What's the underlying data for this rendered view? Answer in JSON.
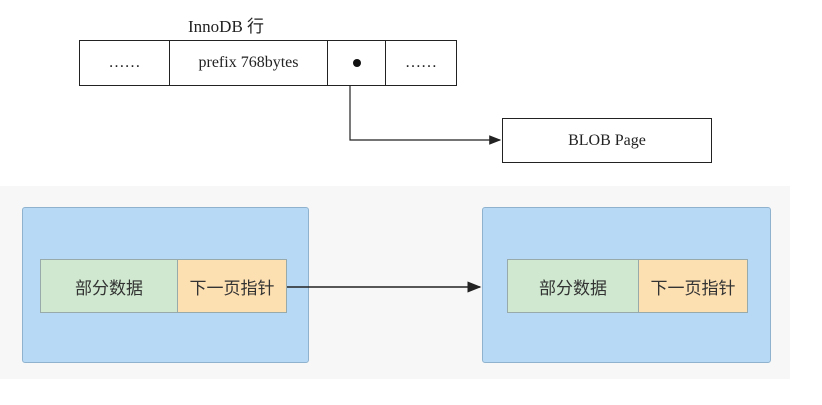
{
  "innodb_row": {
    "title": "InnoDB 行",
    "cells": [
      "……",
      "prefix 768bytes",
      "",
      "……"
    ],
    "pointer_cell_icon": "dot-icon"
  },
  "blob_page": {
    "label": "BLOB Page"
  },
  "chain": {
    "pages": [
      {
        "data_label": "部分数据",
        "next_label": "下一页指针"
      },
      {
        "data_label": "部分数据",
        "next_label": "下一页指针"
      }
    ],
    "colors": {
      "page_fill": "#b7d9f5",
      "data_fill": "#cfe8cf",
      "next_fill": "#fde0b2"
    }
  }
}
